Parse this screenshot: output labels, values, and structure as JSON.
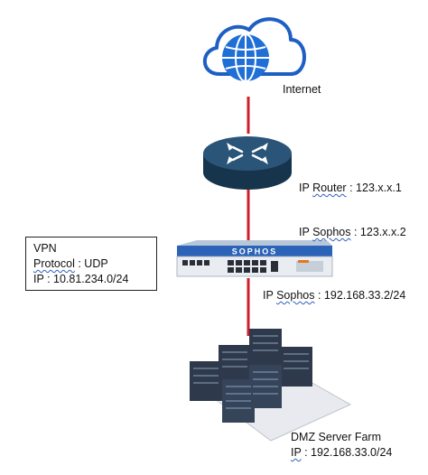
{
  "nodes": {
    "internet": {
      "label": "Internet"
    },
    "router": {
      "label_ip": "IP",
      "label_name": "Router",
      "label_addr": ": 123.x.x.1"
    },
    "sophos_wan": {
      "label_ip": "IP",
      "label_name": "Sophos",
      "label_addr": ": 123.x.x.2"
    },
    "sophos_lan": {
      "label_ip": "IP",
      "label_name": "Sophos",
      "label_addr": ": 192.168.33.2/24"
    },
    "firewall": {
      "brand": "SOPHOS"
    },
    "server_farm": {
      "title": "DMZ Server Farm",
      "label_ip": "IP",
      "label_addr": ": 192.168.33.0/24"
    }
  },
  "vpn": {
    "title": "VPN",
    "protocol_key": "Protocol",
    "protocol_value": ": UDP",
    "ip_key": "IP",
    "ip_value": ": 10.81.234.0/24"
  },
  "colors": {
    "link": "#cc1f2b",
    "cloud_stroke": "#1f5fc4",
    "globe": "#1f6fd6",
    "router_top": "#2a5578",
    "router_side": "#17344d",
    "server": "#2e3a4c"
  }
}
